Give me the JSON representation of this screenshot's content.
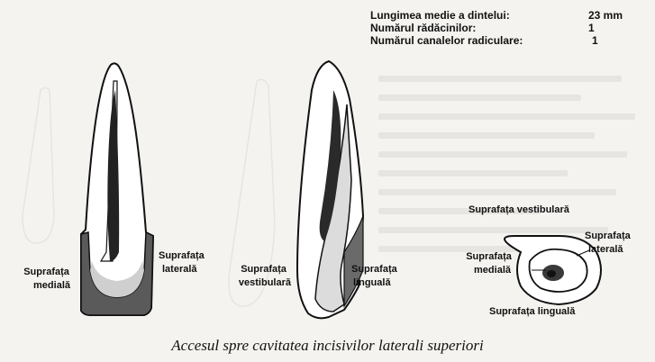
{
  "info": {
    "rows": [
      {
        "label": "Lungimea medie a dintelui:",
        "value": "23 mm"
      },
      {
        "label": "Numărul rădăcinilor:",
        "value": "1"
      },
      {
        "label": "Numărul canalelor radiculare:",
        "value": "1"
      }
    ]
  },
  "labels": {
    "suprafata_mediala": [
      "Suprafața",
      "medială"
    ],
    "suprafata_laterala": [
      "Suprafața",
      "laterală"
    ],
    "suprafata_vestibulara": [
      "Suprafața",
      "vestibulară"
    ],
    "suprafata_linguala": [
      "Suprafața",
      "linguală"
    ],
    "cs_vestibulara": "Suprafața vestibulară",
    "cs_laterala": [
      "Suprafața",
      "laterală"
    ],
    "cs_mediala": [
      "Suprafața",
      "medială"
    ],
    "cs_linguala": "Suprafața linguală"
  },
  "caption": "Accesul spre cavitatea incisivilor laterali superiori"
}
